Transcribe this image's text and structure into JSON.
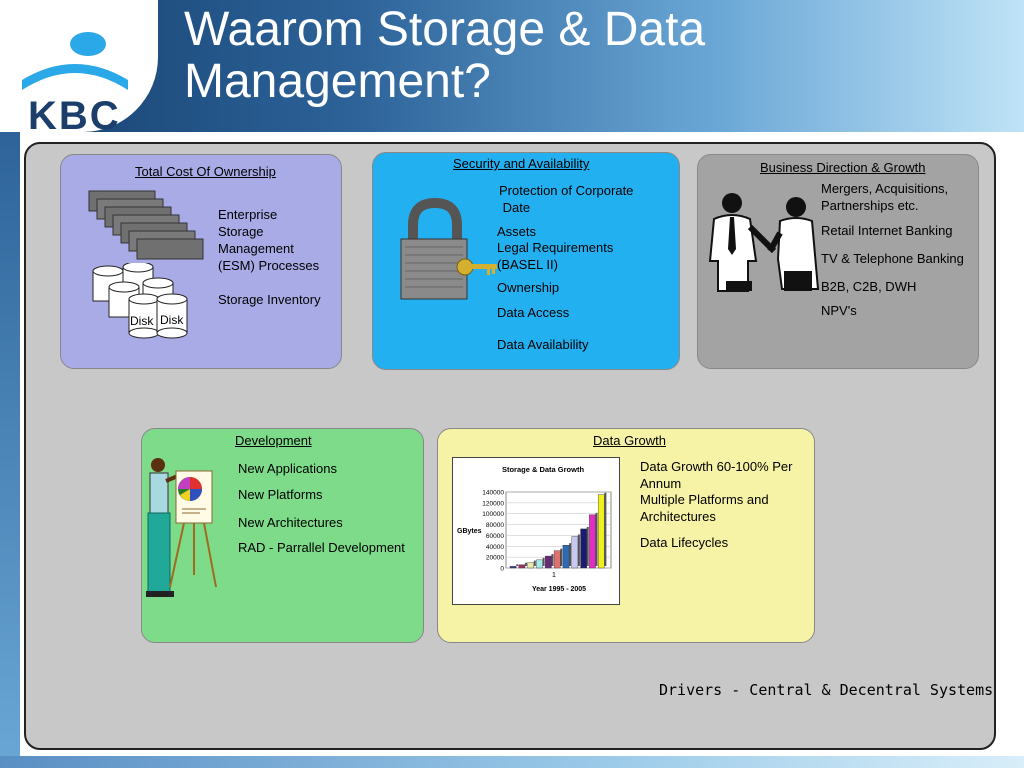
{
  "logo": {
    "text": "KBC"
  },
  "title": {
    "line1": "Waarom Storage & Data",
    "line2": "Management?"
  },
  "tco": {
    "title": "Total Cost Of Ownership",
    "esm_lines": [
      "Enterprise",
      "Storage",
      "Management",
      "(ESM) Processes"
    ],
    "inventory": "Storage Inventory",
    "disk_label": "Disk"
  },
  "security": {
    "title": "Security and Availability",
    "items": [
      "Protection of Corporate",
      " Date",
      "Assets",
      "Legal Requirements",
      "(BASEL II)",
      "Ownership",
      "Data Access",
      "Data Availability"
    ]
  },
  "business": {
    "title": "Business Direction & Growth",
    "items": [
      "Mergers, Acquisitions,",
      "Partnerships etc.",
      "Retail Internet Banking",
      "TV & Telephone Banking",
      "B2B, C2B, DWH",
      "NPV's"
    ]
  },
  "development": {
    "title": "Development",
    "items": [
      "New Applications",
      "New Platforms",
      "New Architectures",
      "RAD - Parrallel Development"
    ]
  },
  "data_growth": {
    "title": "Data Growth",
    "items": [
      "Data Growth 60-100% Per",
      "Annum",
      "Multiple Platforms and",
      "Architectures",
      "Data Lifecycles"
    ]
  },
  "footer": "Drivers - Central & Decentral Systems",
  "chart_data": {
    "type": "bar",
    "title": "Storage & Data Growth",
    "ylabel": "GBytes",
    "xlabel": "Year 1995 - 2005",
    "x_tick": "1",
    "ylim": [
      0,
      140000
    ],
    "yticks": [
      "140000",
      "120000",
      "100000",
      "80000",
      "60000",
      "40000",
      "20000",
      "0"
    ],
    "values": [
      3000,
      6000,
      10000,
      15000,
      22000,
      32000,
      42000,
      58000,
      72000,
      98000,
      135000
    ],
    "colors": [
      "#3a3a8c",
      "#9b3060",
      "#e8e8a8",
      "#a8e8e8",
      "#6a2a7a",
      "#e07070",
      "#2a6ab8",
      "#c8c8f0",
      "#1a1a70",
      "#e030c0",
      "#f0f020"
    ]
  }
}
